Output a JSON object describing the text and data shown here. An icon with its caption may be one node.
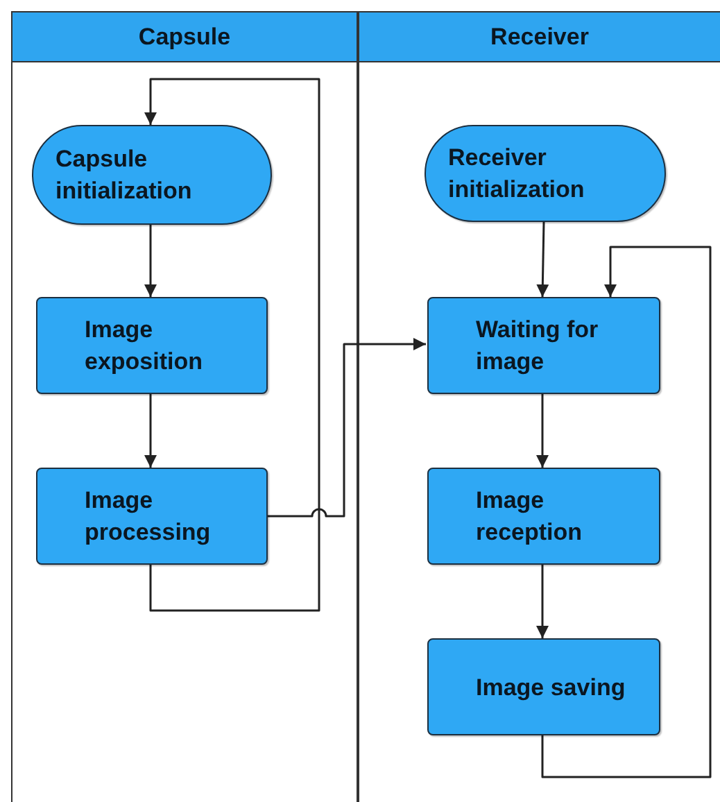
{
  "diagram": {
    "nodes": [
      {
        "text": [
          "Capsule"
        ]
      },
      {
        "text": [
          "Receiver"
        ]
      },
      {
        "text": [
          "Capsule initialization"
        ],
        "in": 0
      },
      {
        "text": [
          "Image exposition"
        ],
        "in": 0
      },
      {
        "text": [
          "Image processing"
        ],
        "in": 0
      },
      {
        "text": [
          "Receiver initialization"
        ],
        "in": 1
      },
      {
        "text": [
          "Waiting for image"
        ],
        "in": 1
      },
      {
        "text": [
          "Image reception"
        ],
        "in": 1
      },
      {
        "text": [
          "Image saving"
        ],
        "in": 1
      }
    ],
    "edges": [
      {
        "from": 2,
        "to": 3,
        "arrow": "to"
      },
      {
        "from": 3,
        "to": 4,
        "arrow": "to"
      },
      {
        "from": 4,
        "to": 2,
        "arrow": "to"
      },
      {
        "from": 4,
        "to": 6,
        "arrow": "to"
      },
      {
        "from": 5,
        "to": 6,
        "arrow": "to"
      },
      {
        "from": 6,
        "to": 7,
        "arrow": "to"
      },
      {
        "from": 7,
        "to": 8,
        "arrow": "to"
      },
      {
        "from": 8,
        "to": 6,
        "arrow": "to"
      }
    ]
  }
}
